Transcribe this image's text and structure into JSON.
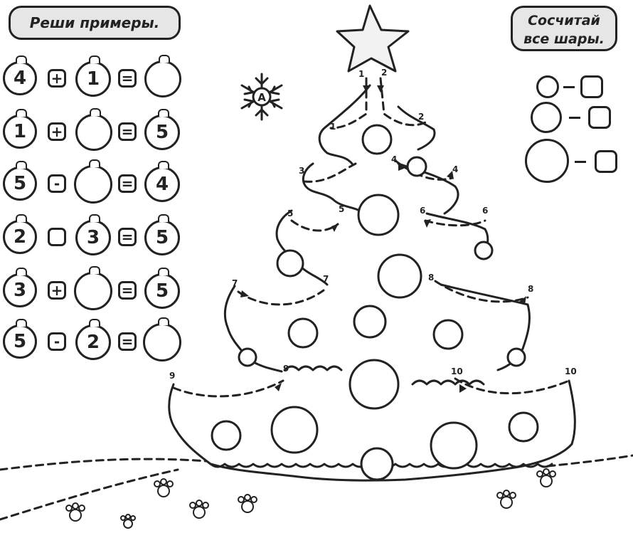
{
  "task_left": {
    "title": "Реши примеры."
  },
  "task_right": {
    "line1": "Сосчитай",
    "line2": "все шары."
  },
  "equations": [
    {
      "a": "4",
      "op": "+",
      "b": "1",
      "eq": "=",
      "r": ""
    },
    {
      "a": "1",
      "op": "+",
      "b": "",
      "eq": "=",
      "r": "5"
    },
    {
      "a": "5",
      "op": "-",
      "b": "",
      "eq": "=",
      "r": "4"
    },
    {
      "a": "2",
      "op": "",
      "b": "3",
      "eq": "=",
      "r": "5"
    },
    {
      "a": "3",
      "op": "+",
      "b": "",
      "eq": "=",
      "r": "5"
    },
    {
      "a": "5",
      "op": "-",
      "b": "2",
      "eq": "=",
      "r": ""
    }
  ],
  "snowflake": {
    "letter": "А"
  },
  "tree_numbers": [
    "1",
    "2",
    "1",
    "2",
    "4",
    "3",
    "4",
    "5",
    "5",
    "6",
    "6",
    "7",
    "7",
    "8",
    "8",
    "9",
    "9",
    "10",
    "10"
  ]
}
